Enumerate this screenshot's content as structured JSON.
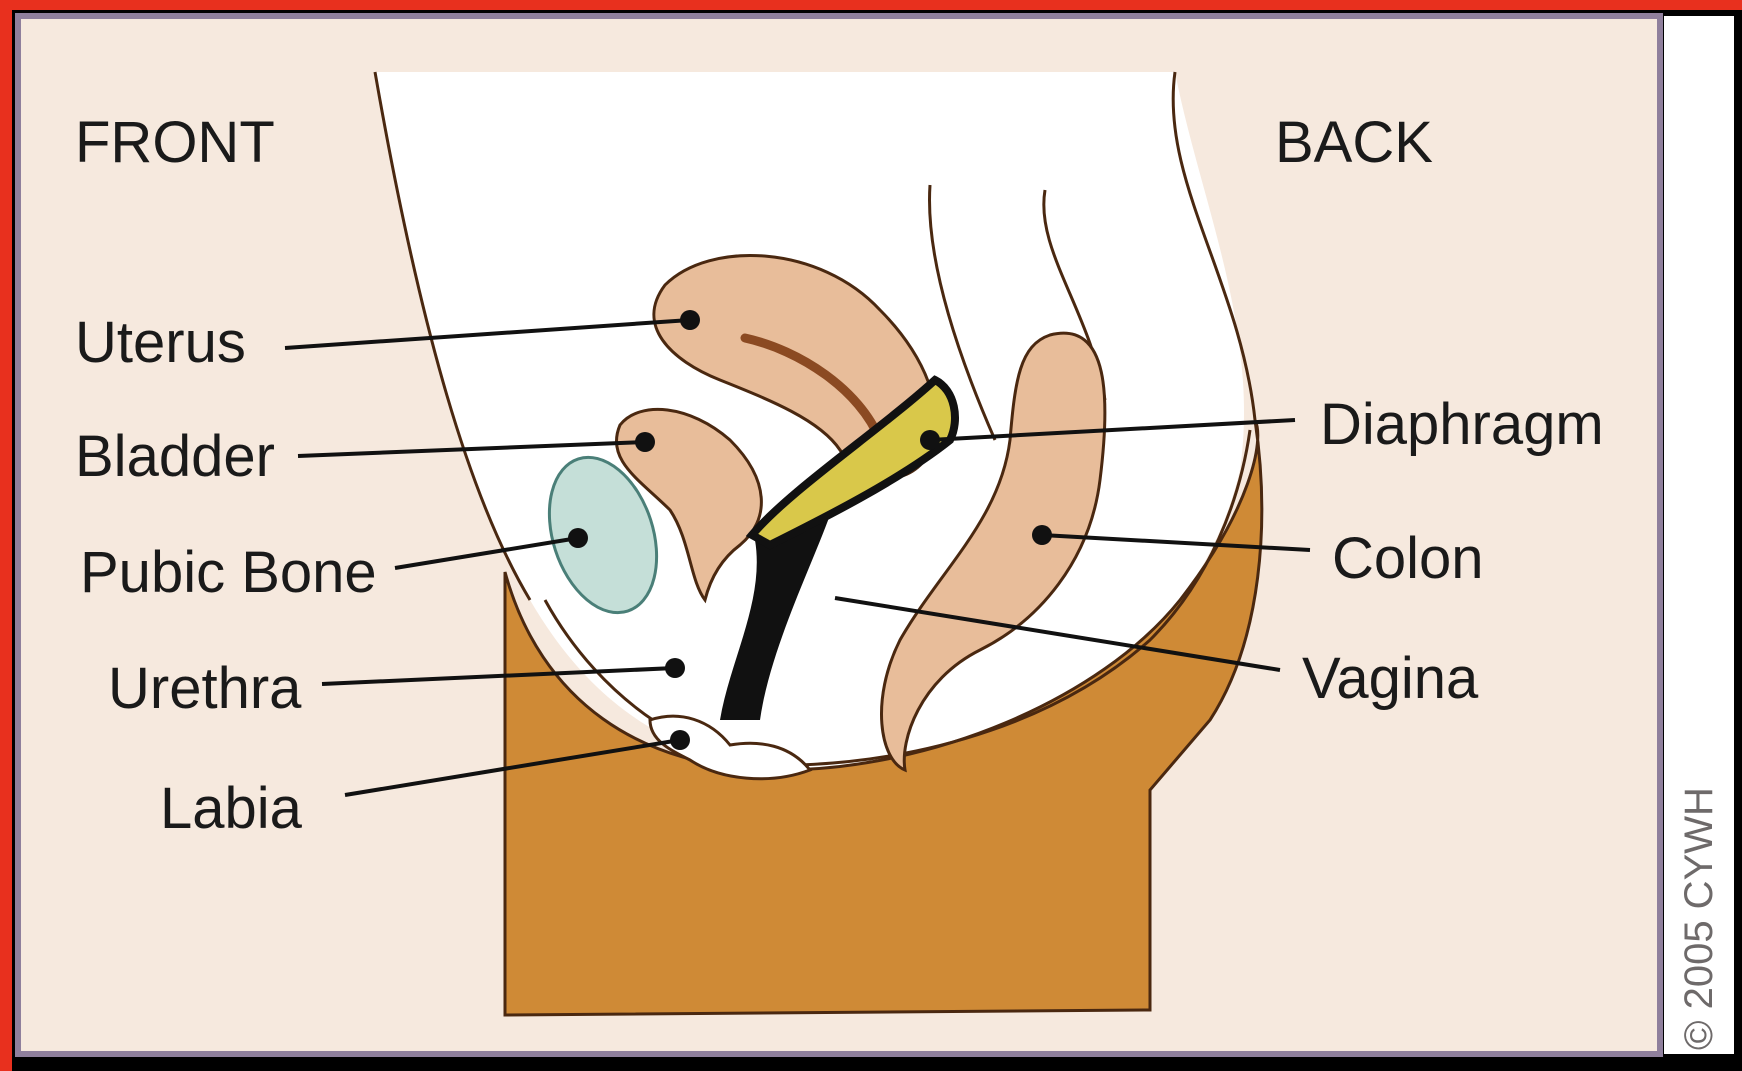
{
  "orientation": {
    "front": "FRONT",
    "back": "BACK"
  },
  "labels": {
    "uterus": "Uterus",
    "bladder": "Bladder",
    "pubic_bone": "Pubic Bone",
    "urethra": "Urethra",
    "labia": "Labia",
    "diaphragm": "Diaphragm",
    "colon": "Colon",
    "vagina": "Vagina"
  },
  "copyright": "© 2005 CYWH",
  "colors": {
    "panel": "#f6e9de",
    "body_cavity": "#ffffff",
    "pelvis": "#cf8a36",
    "organ": "#e8bd9a",
    "pubic_bone": "#c5dfd8",
    "diaphragm_rim": "#d9c84a",
    "outline": "#4a2810",
    "frame": "#e8301e"
  }
}
